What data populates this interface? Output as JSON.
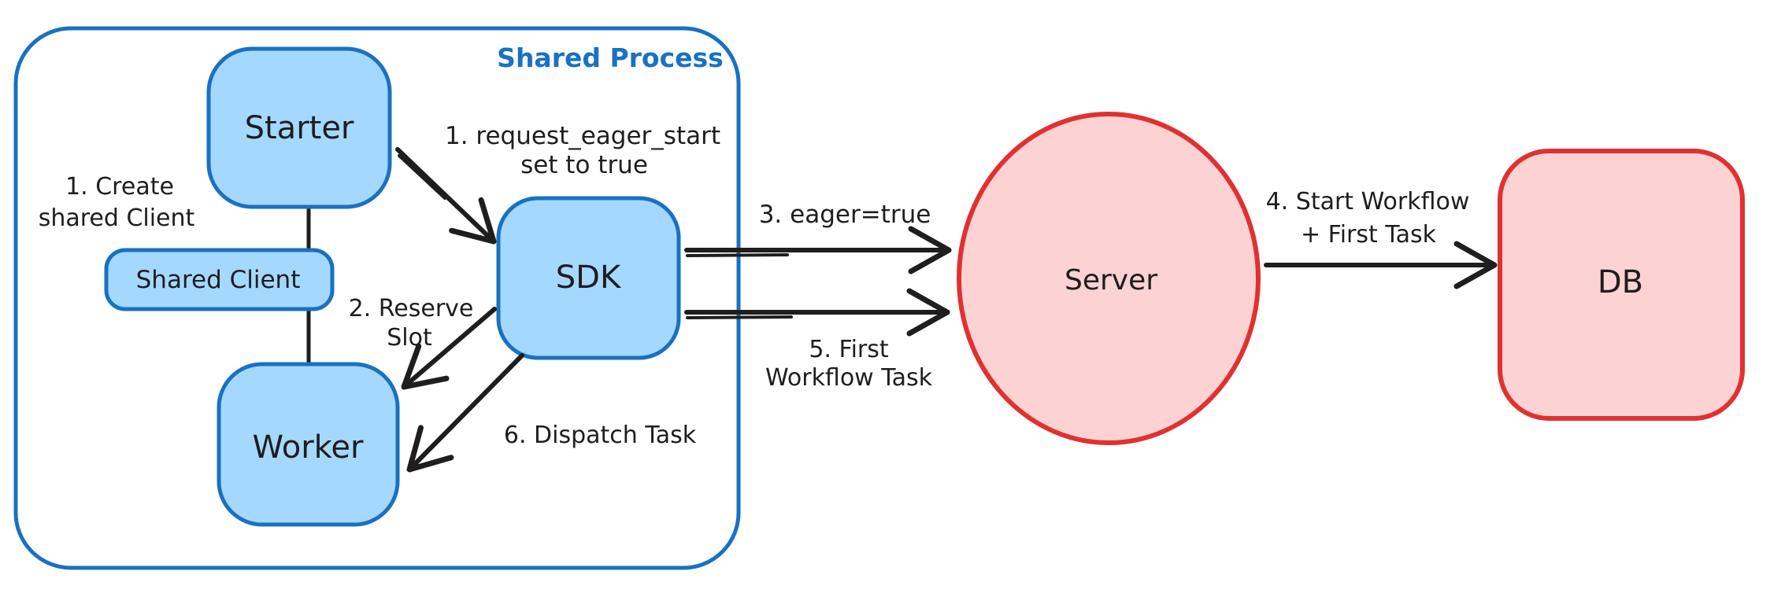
{
  "diagram": {
    "title": {
      "label": "Shared Process"
    },
    "nodes": {
      "starter": {
        "label": "Starter"
      },
      "shared_client": {
        "label": "Shared Client"
      },
      "worker": {
        "label": "Worker"
      },
      "sdk": {
        "label": "SDK"
      },
      "server": {
        "label": "Server"
      },
      "db": {
        "label": "DB"
      }
    },
    "annotations": {
      "create_shared_client": {
        "line1": "1. Create",
        "line2": "shared Client"
      },
      "request_eager_start": {
        "line1": "1. request_eager_start",
        "line2": "set to true"
      },
      "reserve_slot": {
        "line1": "2. Reserve",
        "line2": "Slot"
      },
      "eager_true": {
        "label": "3. eager=true"
      },
      "start_workflow": {
        "line1": "4. Start Workflow",
        "line2": "+ First Task"
      },
      "first_workflow_task": {
        "line1": "5. First",
        "line2": "Workflow Task"
      },
      "dispatch_task": {
        "label": "6. Dispatch Task"
      }
    },
    "colors": {
      "blue_stroke": "#1971c2",
      "blue_fill": "#a5d8ff",
      "red_stroke": "#e03131",
      "red_fill": "#fcd2d2",
      "ink": "#1e1e1e",
      "bg": "#ffffff"
    }
  }
}
